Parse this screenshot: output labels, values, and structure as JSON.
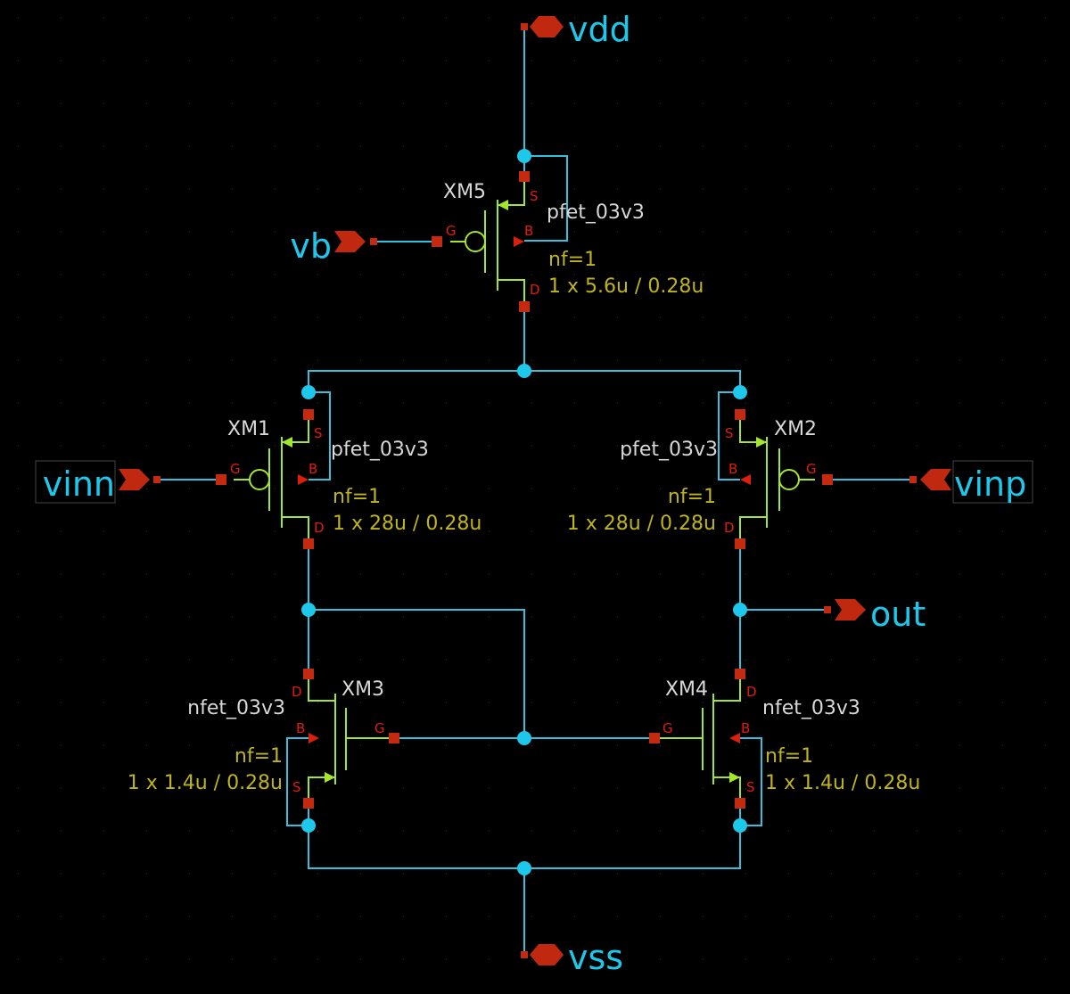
{
  "colors": {
    "background": "#000000",
    "wire": "#35c0e0",
    "device": "#a4e62e",
    "pin": "#c42a0f",
    "pin_label": "#e01c0c",
    "net_label": "#1ec8ea",
    "parameter": "#c0b41c",
    "instance_text": "#d8d8d8"
  },
  "ports": {
    "vdd": "vdd",
    "vss": "vss",
    "vb": "vb",
    "vinn": "vinn",
    "vinp": "vinp",
    "out": "out"
  },
  "devices": {
    "xm5": {
      "name": "XM5",
      "model": "pfet_03v3",
      "nf": "nf=1",
      "size": "1 x 5.6u / 0.28u"
    },
    "xm1": {
      "name": "XM1",
      "model": "pfet_03v3",
      "nf": "nf=1",
      "size": "1 x 28u / 0.28u"
    },
    "xm2": {
      "name": "XM2",
      "model": "pfet_03v3",
      "nf": "nf=1",
      "size": "1 x 28u / 0.28u"
    },
    "xm3": {
      "name": "XM3",
      "model": "nfet_03v3",
      "nf": "nf=1",
      "size": "1 x 1.4u / 0.28u"
    },
    "xm4": {
      "name": "XM4",
      "model": "nfet_03v3",
      "nf": "nf=1",
      "size": "1 x 1.4u / 0.28u"
    }
  },
  "pin_names": {
    "s": "S",
    "d": "D",
    "g": "G",
    "b": "B"
  }
}
